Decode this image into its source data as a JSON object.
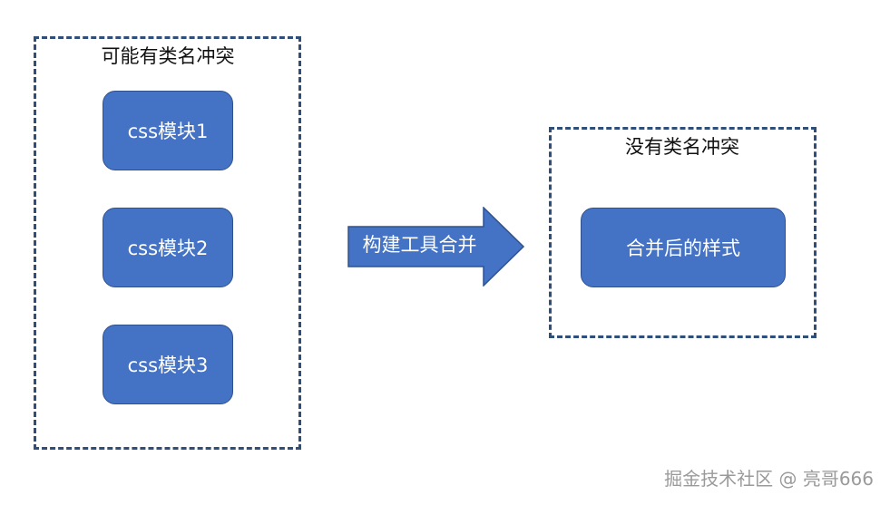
{
  "left_group": {
    "title": "可能有类名冲突",
    "modules": [
      "css模块1",
      "css模块2",
      "css模块3"
    ]
  },
  "arrow": {
    "label": "构建工具合并"
  },
  "right_group": {
    "title": "没有类名冲突",
    "result": "合并后的样式"
  },
  "watermark": "掘金技术社区 @ 亮哥666",
  "colors": {
    "box_fill": "#4472c4",
    "box_border": "#2f528f",
    "dash_border": "#2f4f7a",
    "watermark": "#9a9a9a"
  }
}
